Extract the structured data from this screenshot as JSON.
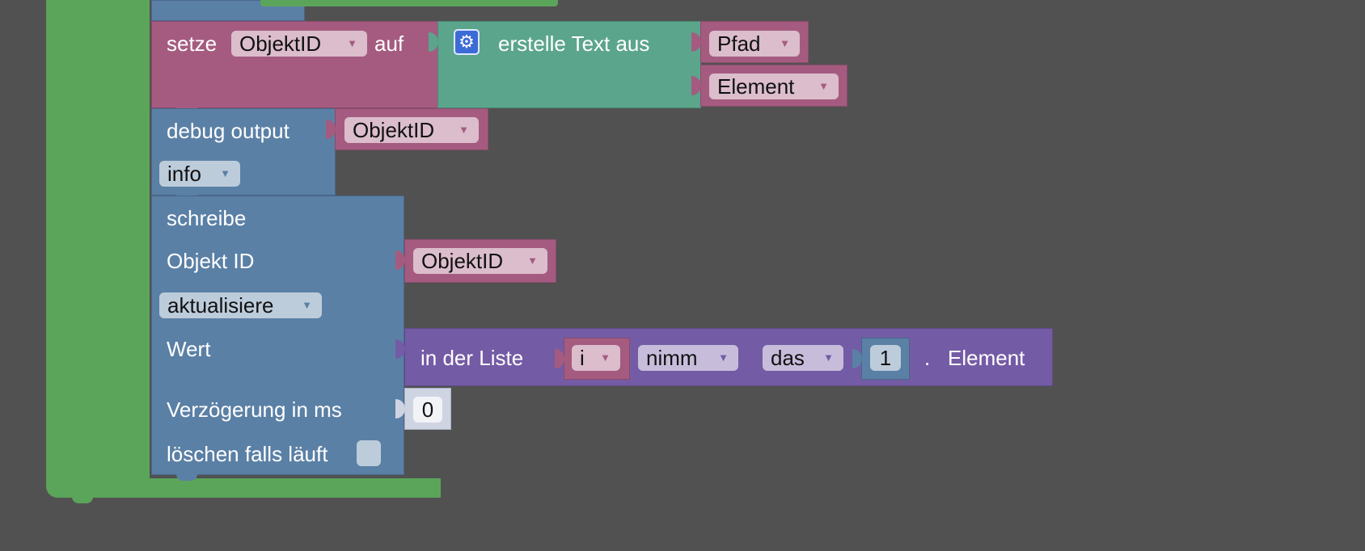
{
  "setze": {
    "label_setze": "setze",
    "variable": "ObjektID",
    "label_auf": "auf",
    "text_join": {
      "label": "erstelle Text aus",
      "items": [
        "Pfad",
        "Element"
      ]
    }
  },
  "debug": {
    "label": "debug output",
    "value": "ObjektID",
    "level": "info"
  },
  "schreibe": {
    "label": "schreibe",
    "objekt_id_label": "Objekt ID",
    "objekt_id_value": "ObjektID",
    "mode": "aktualisiere",
    "wert_label": "Wert",
    "list_get": {
      "label_in_list": "in der Liste",
      "list_var": "i",
      "op": "nimm",
      "where": "das",
      "index": "1",
      "dot": ".",
      "suffix": "Element"
    },
    "delay_label": "Verzögerung in ms",
    "delay_value": "0",
    "clear_label": "löschen falls läuft",
    "clear_checked": false
  },
  "colors": {
    "workspace": "#515151",
    "logic_green": "#5ba55b",
    "variable_pink": "#a55b80",
    "text_teal": "#5ba58c",
    "action_blue": "#5b80a5",
    "list_purple": "#745ba5"
  }
}
